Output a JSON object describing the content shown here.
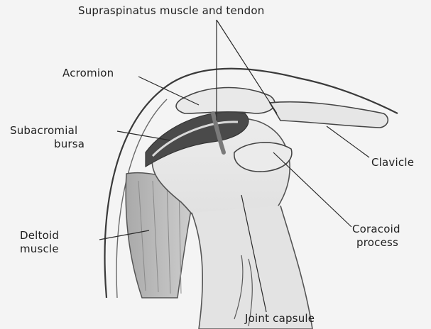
{
  "diagram": {
    "labels": {
      "supraspinatus": "Supraspinatus muscle and tendon",
      "acromion": "Acromion",
      "subacromial_line1": "Subacromial",
      "subacromial_line2": "bursa",
      "clavicle": "Clavicle",
      "deltoid_line1": "Deltoid",
      "deltoid_line2": "muscle",
      "coracoid_line1": "Coracoid",
      "coracoid_line2": "process",
      "joint_capsule": "Joint capsule"
    }
  }
}
